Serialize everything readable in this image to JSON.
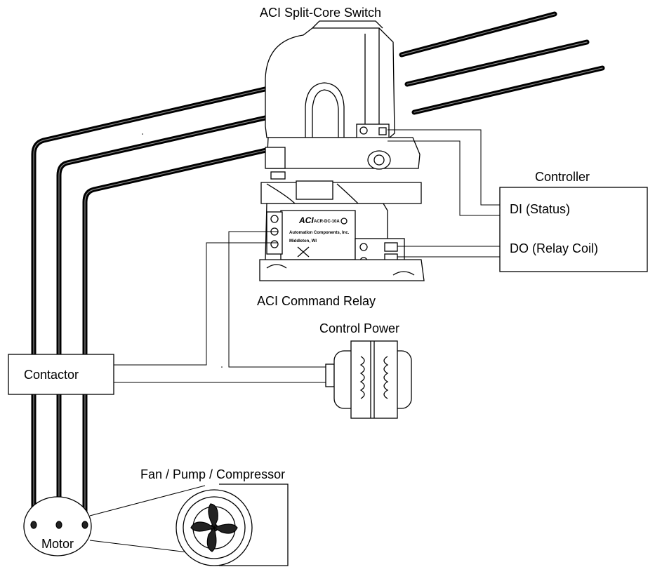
{
  "labels": {
    "split_core_switch": "ACI Split-Core Switch",
    "controller": "Controller",
    "di": "DI (Status)",
    "do": "DO (Relay Coil)",
    "command_relay": "ACI Command Relay",
    "control_power": "Control Power",
    "contactor": "Contactor",
    "fan_pump": "Fan / Pump / Compressor",
    "motor": "Motor"
  },
  "relay_label": {
    "brand": "ACI",
    "model": "ACR-DC-10A",
    "company": "Automation Components, Inc.",
    "location": "Middleton, WI"
  },
  "colors": {
    "line": "#000000",
    "wire_highlight": "#8a8a8a",
    "background": "#ffffff"
  }
}
